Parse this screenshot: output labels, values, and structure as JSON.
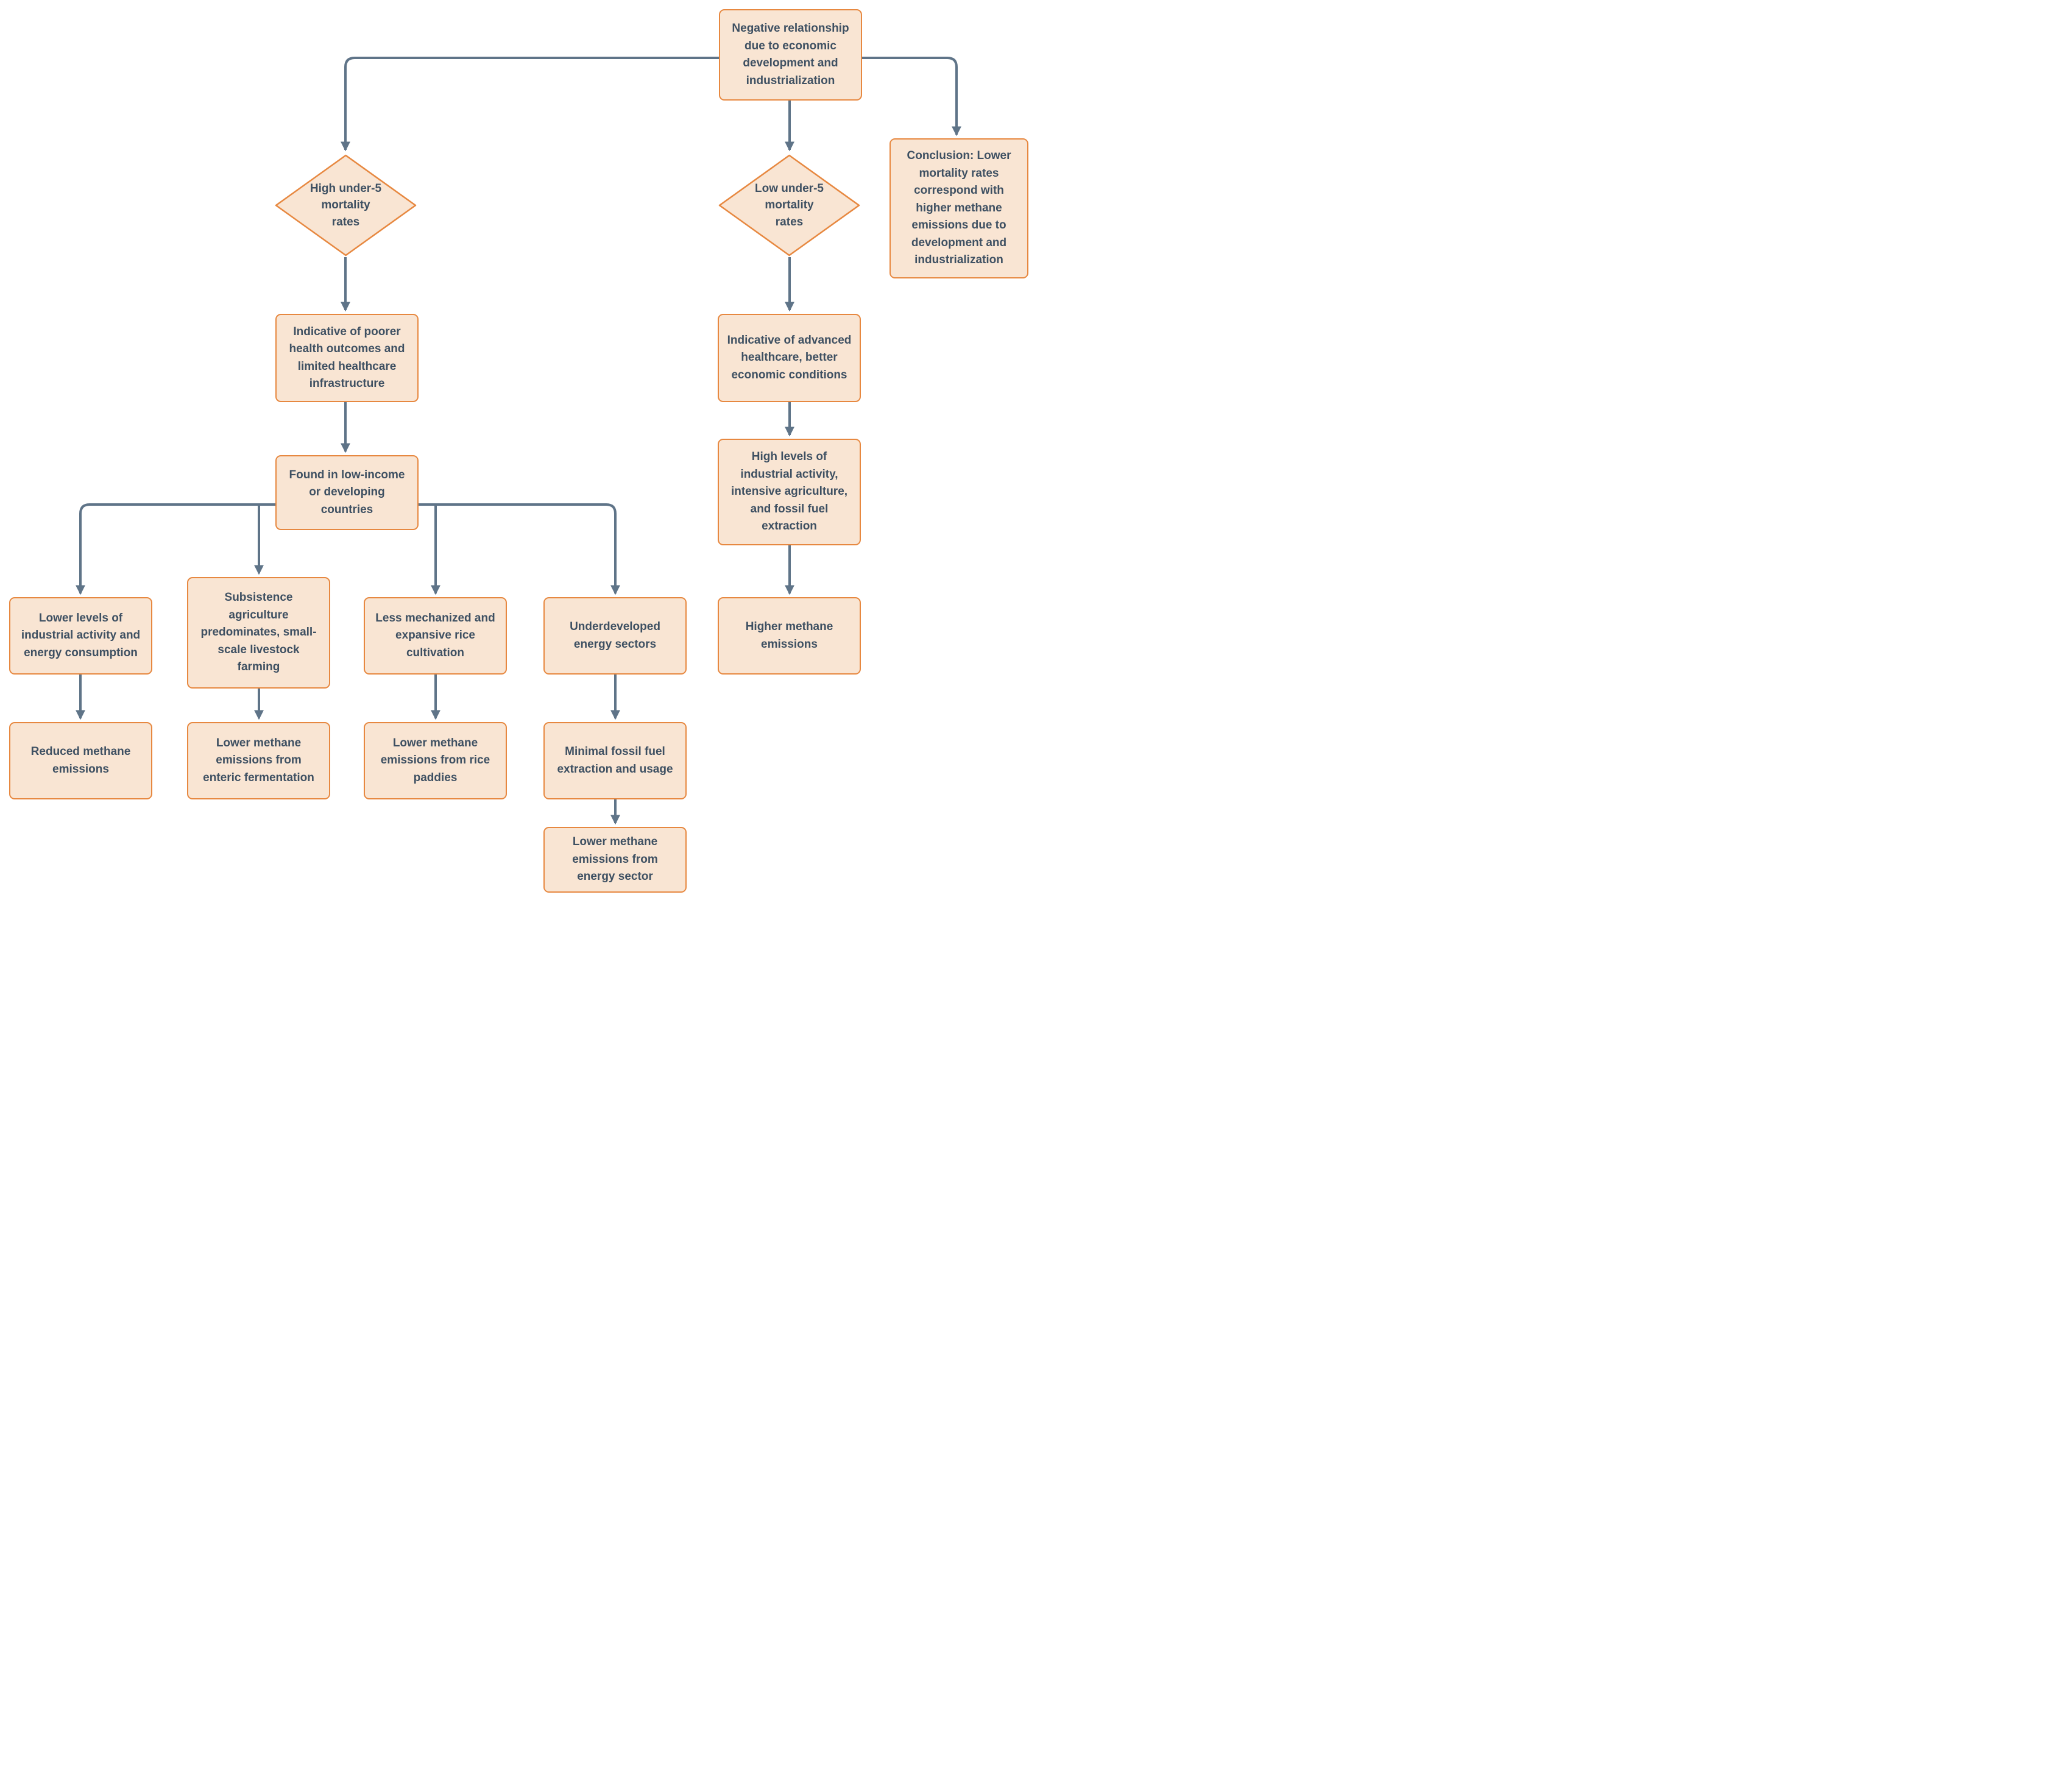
{
  "diagram": {
    "type": "flowchart",
    "colors": {
      "node_fill": "#f9e5d3",
      "node_border": "#e78840",
      "node_text": "#3e5062",
      "connector": "#5f7488",
      "background": "#ffffff"
    },
    "nodes": {
      "negative_relationship": {
        "shape": "rect",
        "text": "Negative relationship due to economic development and industrialization"
      },
      "high_under5_mortality": {
        "shape": "diamond",
        "text": "High under-5 mortality rates"
      },
      "low_under5_mortality": {
        "shape": "diamond",
        "text": "Low under-5 mortality rates"
      },
      "conclusion": {
        "shape": "rect",
        "text": "Conclusion: Lower mortality rates correspond with higher methane emissions due to development and industrialization"
      },
      "poorer_health": {
        "shape": "rect",
        "text": "Indicative of poorer health outcomes and limited healthcare infrastructure"
      },
      "low_income_countries": {
        "shape": "rect",
        "text": "Found in low-income or developing countries"
      },
      "lower_industrial_activity": {
        "shape": "rect",
        "text": "Lower levels of industrial activity and energy consumption"
      },
      "subsistence_agriculture": {
        "shape": "rect",
        "text": "Subsistence agriculture predominates, small-scale livestock farming"
      },
      "rice_cultivation": {
        "shape": "rect",
        "text": "Less mechanized and expansive rice cultivation"
      },
      "underdeveloped_energy": {
        "shape": "rect",
        "text": "Underdeveloped energy sectors"
      },
      "reduced_methane": {
        "shape": "rect",
        "text": "Reduced methane emissions"
      },
      "enteric_fermentation": {
        "shape": "rect",
        "text": "Lower methane emissions from enteric fermentation"
      },
      "rice_paddies": {
        "shape": "rect",
        "text": "Lower methane emissions from rice paddies"
      },
      "minimal_fossil_fuel": {
        "shape": "rect",
        "text": "Minimal fossil fuel extraction and usage"
      },
      "energy_sector_emissions": {
        "shape": "rect",
        "text": "Lower methane emissions from energy sector"
      },
      "advanced_healthcare": {
        "shape": "rect",
        "text": "Indicative of advanced healthcare, better economic conditions"
      },
      "high_industrial_activity": {
        "shape": "rect",
        "text": "High levels of industrial activity, intensive agriculture, and fossil fuel extraction"
      },
      "higher_methane": {
        "shape": "rect",
        "text": "Higher methane emissions"
      }
    },
    "edges": [
      {
        "from": "negative_relationship",
        "to": "high_under5_mortality"
      },
      {
        "from": "negative_relationship",
        "to": "low_under5_mortality"
      },
      {
        "from": "negative_relationship",
        "to": "conclusion"
      },
      {
        "from": "high_under5_mortality",
        "to": "poorer_health"
      },
      {
        "from": "poorer_health",
        "to": "low_income_countries"
      },
      {
        "from": "low_income_countries",
        "to": "lower_industrial_activity"
      },
      {
        "from": "low_income_countries",
        "to": "subsistence_agriculture"
      },
      {
        "from": "low_income_countries",
        "to": "rice_cultivation"
      },
      {
        "from": "low_income_countries",
        "to": "underdeveloped_energy"
      },
      {
        "from": "lower_industrial_activity",
        "to": "reduced_methane"
      },
      {
        "from": "subsistence_agriculture",
        "to": "enteric_fermentation"
      },
      {
        "from": "rice_cultivation",
        "to": "rice_paddies"
      },
      {
        "from": "underdeveloped_energy",
        "to": "minimal_fossil_fuel"
      },
      {
        "from": "minimal_fossil_fuel",
        "to": "energy_sector_emissions"
      },
      {
        "from": "low_under5_mortality",
        "to": "advanced_healthcare"
      },
      {
        "from": "advanced_healthcare",
        "to": "high_industrial_activity"
      },
      {
        "from": "high_industrial_activity",
        "to": "higher_methane"
      }
    ]
  }
}
